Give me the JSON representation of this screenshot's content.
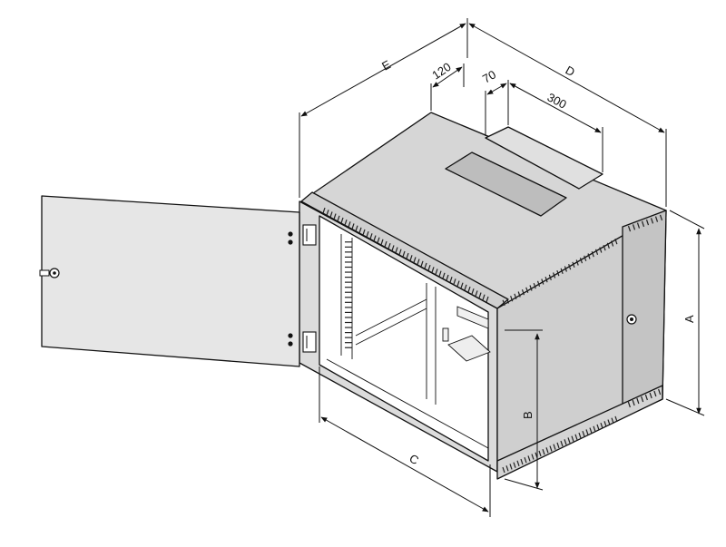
{
  "diagram": {
    "labels": {
      "e": "E",
      "d": "D",
      "a": "A",
      "b": "B",
      "c": "C",
      "d120": "120",
      "d70": "70",
      "d300": "300"
    },
    "colors": {
      "line": "#111111",
      "top_panel": "#d6d6d6",
      "side_panel": "#cfcfcf",
      "side_panel_right": "#c4c4c4",
      "door": "#e6e6e6",
      "interior": "#ffffff",
      "vent": "#222222"
    }
  }
}
